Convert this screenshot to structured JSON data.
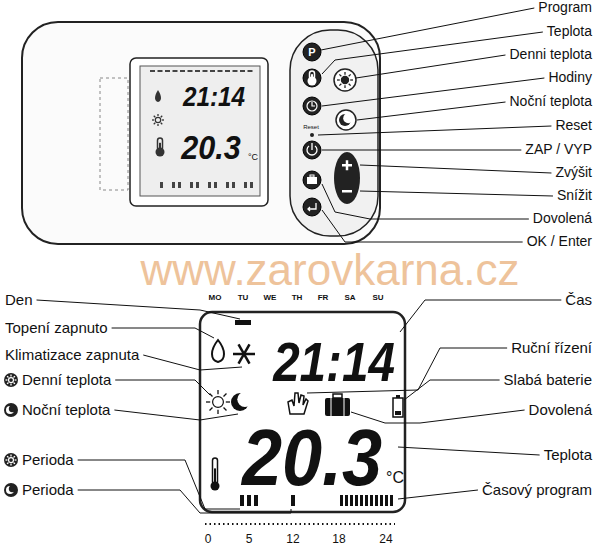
{
  "diagram": {
    "labels": [
      "Program",
      "Teplota",
      "Denni teplota",
      "Hodiny",
      "Noční teplota",
      "Reset",
      "ZAP / VYP",
      "Zvýšit",
      "Snížit",
      "Dovolená",
      "OK / Enter",
      "21:14",
      "20.3",
      "°C",
      "P",
      "Reset",
      "www.zarovkarna.cz",
      "Den",
      "MO",
      "TU",
      "WE",
      "TH",
      "FR",
      "SA",
      "SU",
      "Čas",
      "Topení zapnuto",
      "Ruční řízení",
      "Klimatizace zapnuta",
      "Slabá baterie",
      "Denní teplota",
      "Dovolená",
      "Noční teplota",
      "Teplota",
      "Perioda",
      "Časový program",
      "Perioda",
      "21:14",
      "20.3",
      "°C",
      "0",
      "5",
      "12",
      "18",
      "24"
    ]
  }
}
